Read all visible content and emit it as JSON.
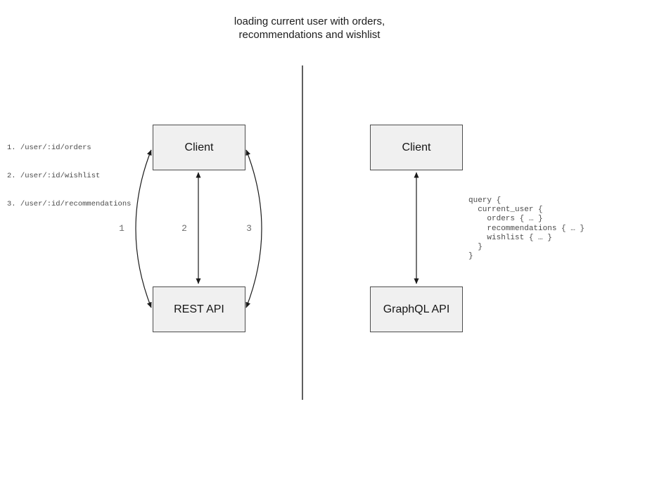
{
  "title": {
    "line1": "loading current user with orders,",
    "line2": "recommendations and wishlist"
  },
  "left_panel": {
    "endpoints": [
      "1. /user/:id/orders",
      "2. /user/:id/wishlist",
      "3. /user/:id/recommendations"
    ],
    "client_box_label": "Client",
    "api_box_label": "REST API",
    "arrow_labels": [
      "1",
      "2",
      "3"
    ]
  },
  "right_panel": {
    "client_box_label": "Client",
    "api_box_label": "GraphQL API",
    "query_code": "query {\n  current_user {\n    orders { … }\n    recommendations { … }\n    wishlist { … }\n  }\n}"
  },
  "colors": {
    "background": "#ffffff",
    "box_fill": "#f0f0f0",
    "box_border": "#4d4d4d",
    "arrow_stroke": "#1a1a1a",
    "divider": "#5f5f5f",
    "arrow_label_gray": "#6e6e6e",
    "mono_text": "#4a4a4a",
    "title_text": "#1c1c1c"
  }
}
